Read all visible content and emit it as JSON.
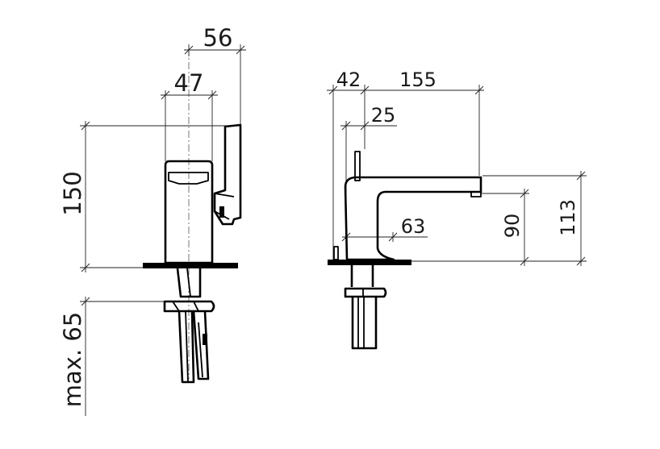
{
  "figure": {
    "side_view": {
      "dim_width_total": "56",
      "dim_body_width": "47",
      "dim_height": "150",
      "dim_max_thickness": "max. 65"
    },
    "front_view": {
      "dim_base_to_lever": "42",
      "dim_reach": "155",
      "dim_lever_offset": "25",
      "dim_spout_base": "63",
      "dim_outlet_height": "90",
      "dim_total_height": "113"
    }
  }
}
